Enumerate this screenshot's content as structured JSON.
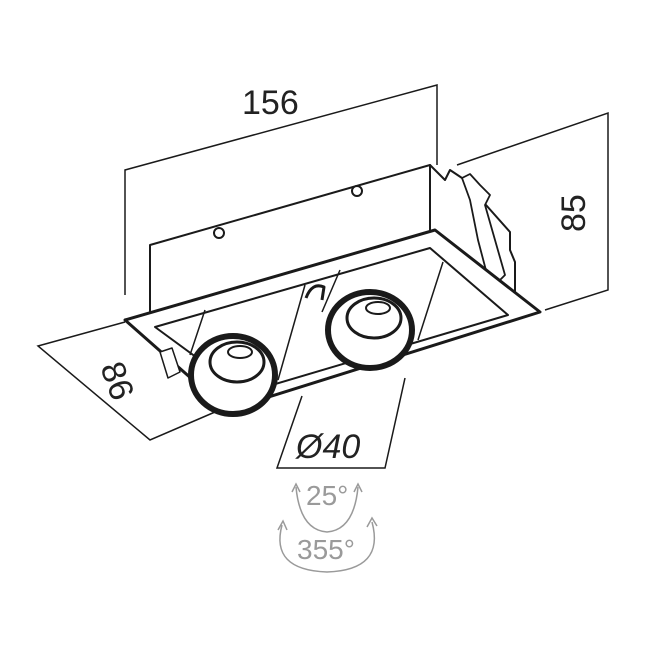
{
  "dimensions": {
    "width": "156",
    "height": "85",
    "depth": "86",
    "diameter": "Ø40"
  },
  "angles": {
    "tilt": "25°",
    "rotation": "355°"
  },
  "colors": {
    "line": "#1a1a1a",
    "angle_annotation": "#9a9a9a"
  }
}
